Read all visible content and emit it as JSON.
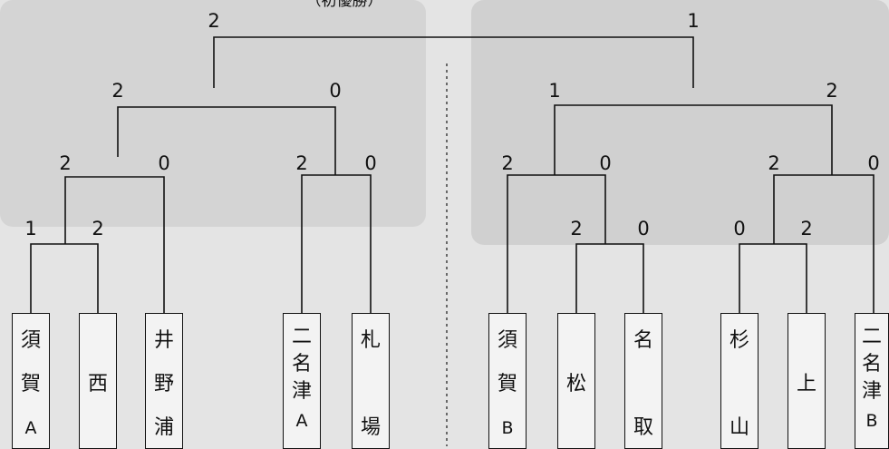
{
  "header": {
    "title": "（初優勝）"
  },
  "final_scores": {
    "left": "2",
    "right": "1"
  },
  "left_half": {
    "semi_scores": {
      "left": "2",
      "right": "0"
    },
    "quarter_a_scores": {
      "left": "2",
      "right": "0"
    },
    "quarter_b_scores": {
      "left": "2",
      "right": "0"
    },
    "first_round_scores": {
      "left": "1",
      "right": "2"
    }
  },
  "right_half": {
    "semi_scores": {
      "left": "1",
      "right": "2"
    },
    "quarter_a_scores": {
      "left": "2",
      "right": "0"
    },
    "quarter_b_scores": {
      "left": "2",
      "right": "0"
    },
    "first_round_a_scores": {
      "left": "2",
      "right": "0"
    },
    "first_round_b_scores": {
      "left": "0",
      "right": "2"
    }
  },
  "teams": [
    {
      "id": "suga-a",
      "chars": [
        "須",
        "賀",
        "A"
      ]
    },
    {
      "id": "nishi",
      "chars": [
        "西"
      ]
    },
    {
      "id": "inoura",
      "chars": [
        "井",
        "野",
        "浦"
      ]
    },
    {
      "id": "futanazu-a",
      "chars": [
        "二",
        "名",
        "津",
        "A"
      ]
    },
    {
      "id": "sapporo",
      "chars": [
        "札",
        "場"
      ]
    },
    {
      "id": "suga-b",
      "chars": [
        "須",
        "賀",
        "B"
      ]
    },
    {
      "id": "matsu",
      "chars": [
        "松"
      ]
    },
    {
      "id": "natori",
      "chars": [
        "名",
        "取"
      ]
    },
    {
      "id": "sugiyama",
      "chars": [
        "杉",
        "山"
      ]
    },
    {
      "id": "kami",
      "chars": [
        "上"
      ]
    },
    {
      "id": "futanazu-b",
      "chars": [
        "二",
        "名",
        "津",
        "B"
      ]
    }
  ]
}
